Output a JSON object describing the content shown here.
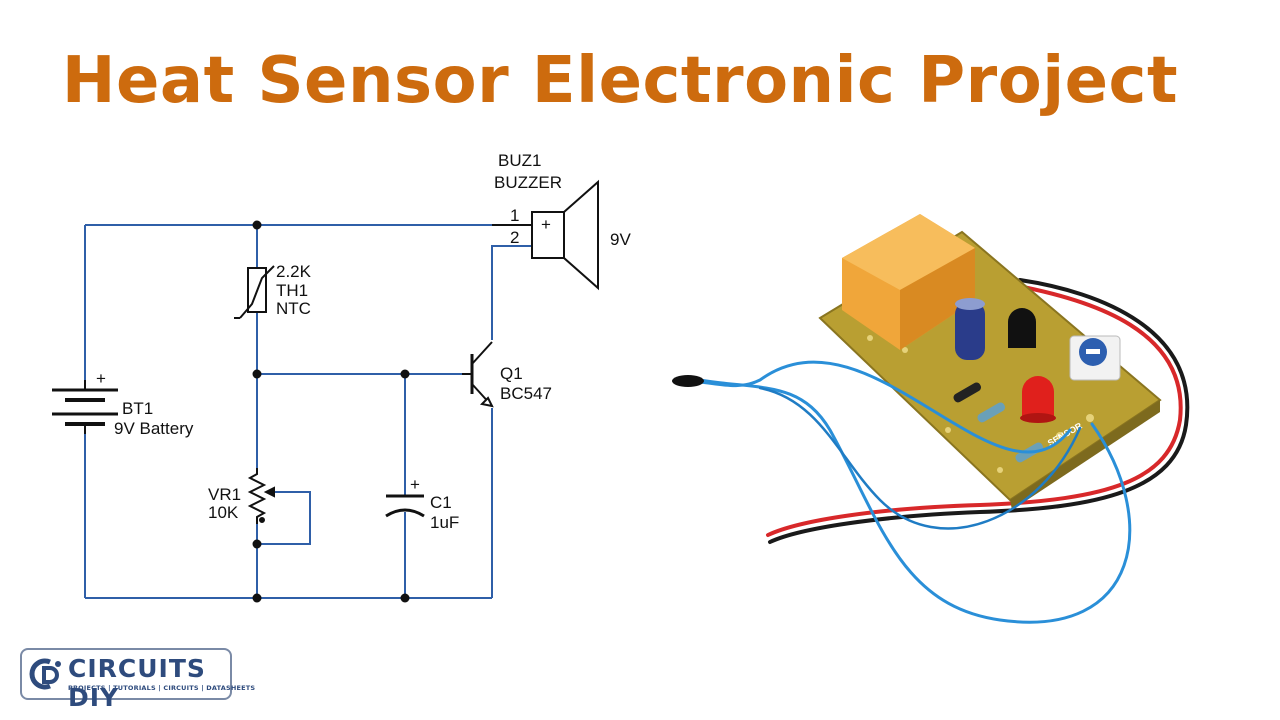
{
  "title": "Heat Sensor Electronic Project",
  "schematic": {
    "buzzer": {
      "ref": "BUZ1",
      "name": "BUZZER",
      "pin1": "1",
      "pin2": "2",
      "plus": "+",
      "voltage": "9V"
    },
    "thermistor": {
      "value": "2.2K",
      "ref": "TH1",
      "type": "NTC"
    },
    "transistor": {
      "ref": "Q1",
      "model": "BC547"
    },
    "battery": {
      "plus": "+",
      "ref": "BT1",
      "name": "9V Battery"
    },
    "pot": {
      "ref": "VR1",
      "value": "10K"
    },
    "capacitor": {
      "plus": "+",
      "ref": "C1",
      "value": "1uF"
    },
    "wire_color": "#2f5fa8"
  },
  "photo": {
    "pcb_label": "SENSOR",
    "colors": {
      "board": "#c9b23a",
      "relay": "#f0a63a",
      "led": "#e0201c",
      "wire_blue": "#2a8fd8",
      "wire_red": "#d8282a"
    }
  },
  "logo": {
    "brand": "CIRCUITS DIY",
    "tagline": "PROJECTS | TUTORIALS | CIRCUITS | DATASHEETS",
    "color": "#2e4b7d"
  }
}
